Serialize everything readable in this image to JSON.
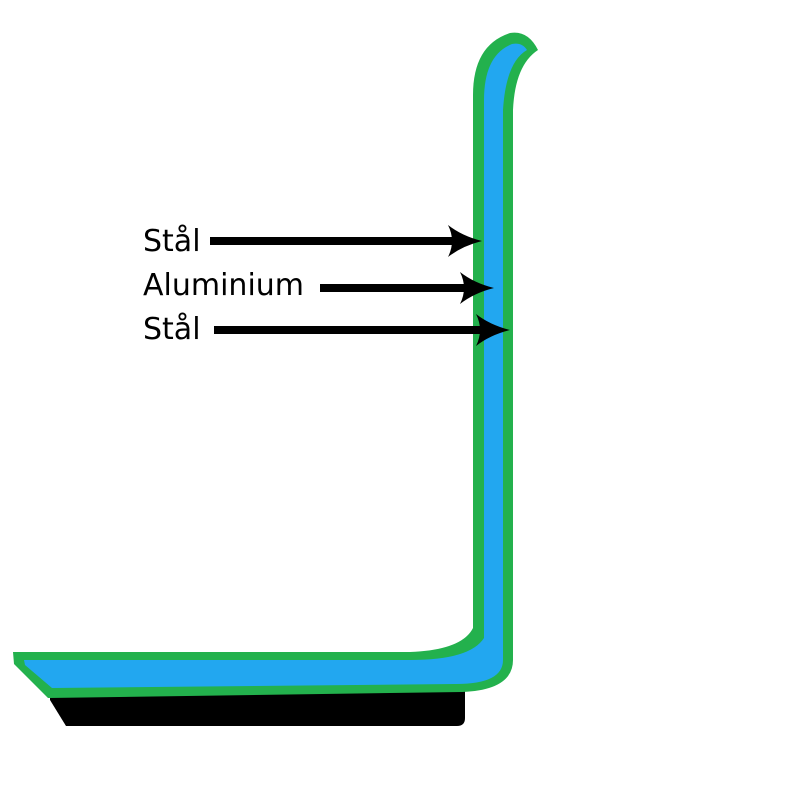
{
  "diagram": {
    "layers": [
      {
        "id": "outer_top",
        "label": "Stål",
        "color": "#23b14d"
      },
      {
        "id": "core",
        "label": "Aluminium",
        "color": "#22a7f0"
      },
      {
        "id": "outer_bottom",
        "label": "Stål",
        "color": "#23b14d"
      }
    ],
    "base_color": "#000000",
    "arrow_color": "#000000"
  }
}
